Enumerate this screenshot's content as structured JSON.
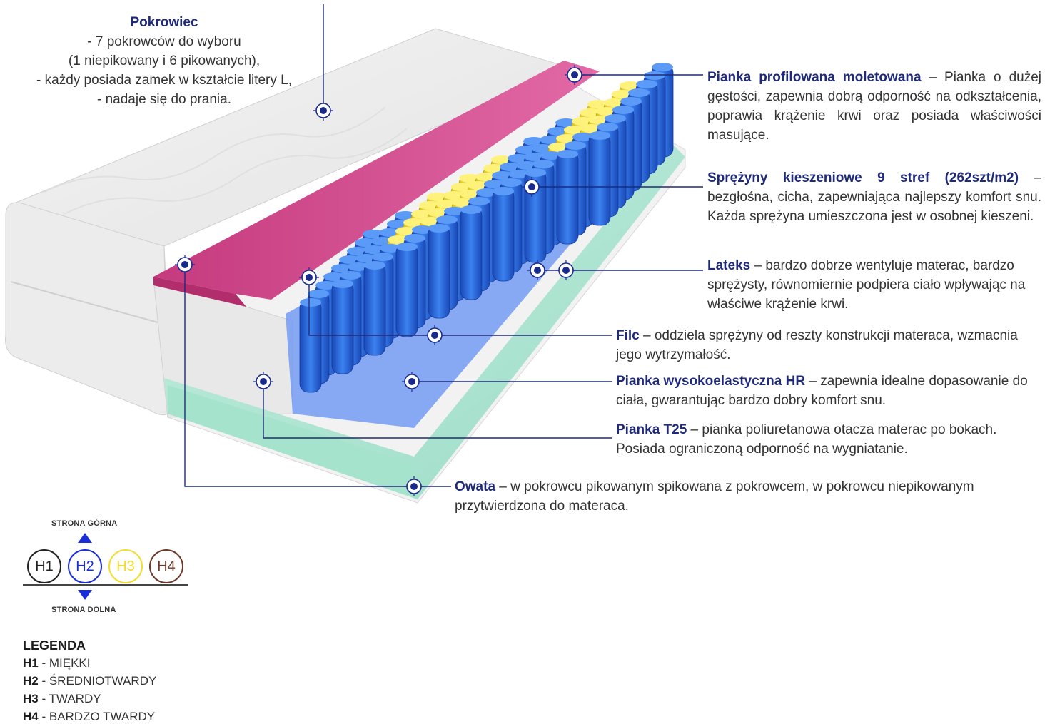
{
  "callouts": {
    "pokrowiec": {
      "title": "Pokrowiec",
      "lines": [
        "- 7 pokrowców do wyboru",
        "(1 niepikowany i 6 pikowanych),",
        "-  każdy posiada zamek w kształcie litery L,",
        "- nadaje się do prania."
      ]
    },
    "pianka_profilowana": {
      "title": "Pianka profilowana moletowana",
      "text": " – Pianka o dużej gęstości, zapewnia dobrą odporność na odkształcenia, poprawia krążenie krwi oraz posiada właściwości masujące."
    },
    "sprezyny": {
      "title": "Sprężyny kieszeniowe 9 stref (262szt/m2)",
      "text": " – bezgłośna, cicha, zapewniająca najlepszy komfort snu. Każda sprężyna umieszczona jest w osobnej kieszeni."
    },
    "lateks": {
      "title": "Lateks",
      "text": " – bardzo dobrze wentyluje materac, bardzo sprężysty, równomiernie podpiera ciało wpływając na właściwe krążenie krwi."
    },
    "filc": {
      "title": "Filc",
      "text": " – oddziela sprężyny od reszty konstrukcji materaca, wzmacnia jego wytrzymałość."
    },
    "pianka_hr": {
      "title": "Pianka wysokoelastyczna HR",
      "text": " – zapewnia idealne dopasowanie do ciała, gwarantując bardzo dobry komfort snu."
    },
    "pianka_t25": {
      "title": "Pianka T25",
      "text": " – pianka poliuretanowa otacza materac po bokach. Posiada ograniczoną odporność na wygniatanie."
    },
    "owata": {
      "title": "Owata",
      "text": " – w pokrowcu pikowanym spikowana z pokrowcem, w pokrowcu niepikowanym przytwierdzona do materaca."
    }
  },
  "hardness": {
    "top_label": "STRONA GÓRNA",
    "bottom_label": "STRONA DOLNA",
    "circles": [
      {
        "label": "H1",
        "color": "#222222"
      },
      {
        "label": "H2",
        "color": "#1b2ed8",
        "active": true
      },
      {
        "label": "H3",
        "color": "#f2dd2c"
      },
      {
        "label": "H4",
        "color": "#6b3a2a"
      }
    ]
  },
  "legend": {
    "title": "LEGENDA",
    "items": [
      {
        "code": "H1",
        "label": "MIĘKKI"
      },
      {
        "code": "H2",
        "label": "ŚREDNIOTWARDY"
      },
      {
        "code": "H3",
        "label": "TWARDY"
      },
      {
        "code": "H4",
        "label": "BARDZO TWARDY"
      }
    ]
  },
  "colors": {
    "accent": "#1f2a7a",
    "marker": "#1a2a8a",
    "spring_blue": "#1e5fd6",
    "spring_yellow": "#f2dd2c",
    "profiled_foam": "#d9478e",
    "latex": "#8fd9c0",
    "felt": "#5d8cf0"
  }
}
